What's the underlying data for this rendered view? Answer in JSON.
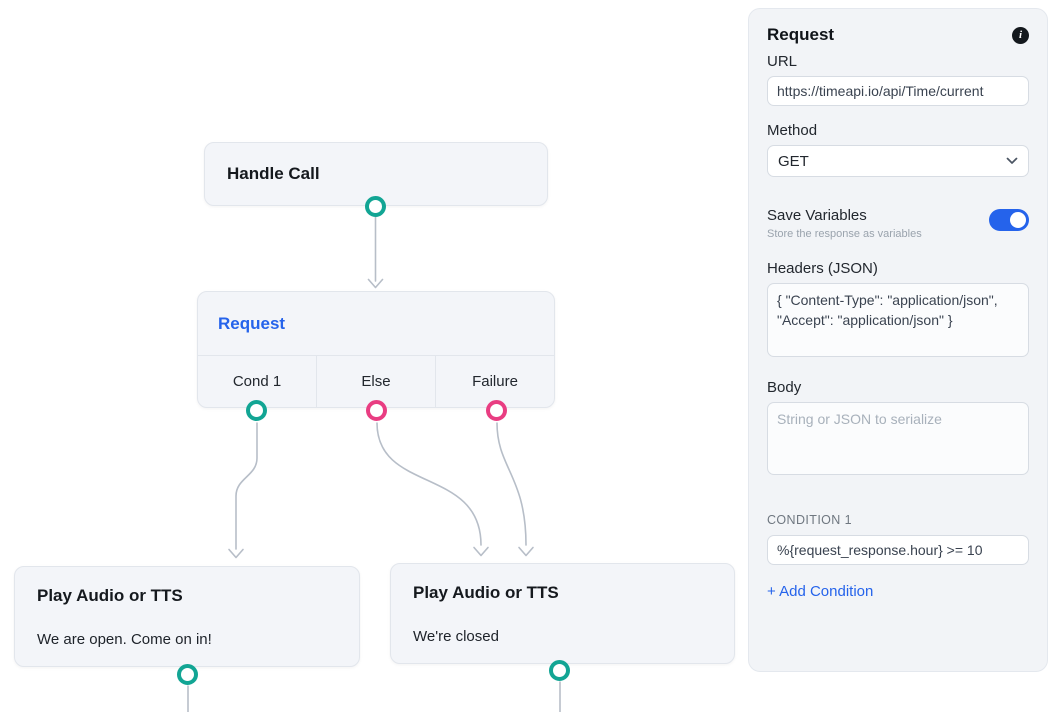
{
  "canvas": {
    "nodes": {
      "handle_call": {
        "title": "Handle Call"
      },
      "request": {
        "title": "Request",
        "branches": [
          "Cond 1",
          "Else",
          "Failure"
        ]
      },
      "play_open": {
        "title": "Play Audio or TTS",
        "text": "We are open. Come on in!"
      },
      "play_closed": {
        "title": "Play Audio or TTS",
        "text": "We're closed"
      }
    }
  },
  "panel": {
    "title": "Request",
    "url_label": "URL",
    "url_value": "https://timeapi.io/api/Time/current",
    "method_label": "Method",
    "method_value": "GET",
    "save_variables_label": "Save Variables",
    "save_variables_description": "Store the response as variables",
    "save_variables_enabled": true,
    "headers_label": "Headers (JSON)",
    "headers_value": "{ \"Content-Type\": \"application/json\", \"Accept\": \"application/json\" }",
    "body_label": "Body",
    "body_placeholder": "String or JSON to serialize",
    "condition_label": "CONDITION 1",
    "condition_value": "%{request_response.hour} >= 10",
    "add_condition_label": "+ Add Condition"
  },
  "icons": {
    "info_glyph": "i"
  },
  "colors": {
    "accent_blue": "#2563eb",
    "port_teal": "#12a594",
    "port_pink": "#e93d82",
    "edge_gray": "#b7bec8",
    "node_bg": "#f3f5f9",
    "panel_bg": "#f2f4f7"
  }
}
